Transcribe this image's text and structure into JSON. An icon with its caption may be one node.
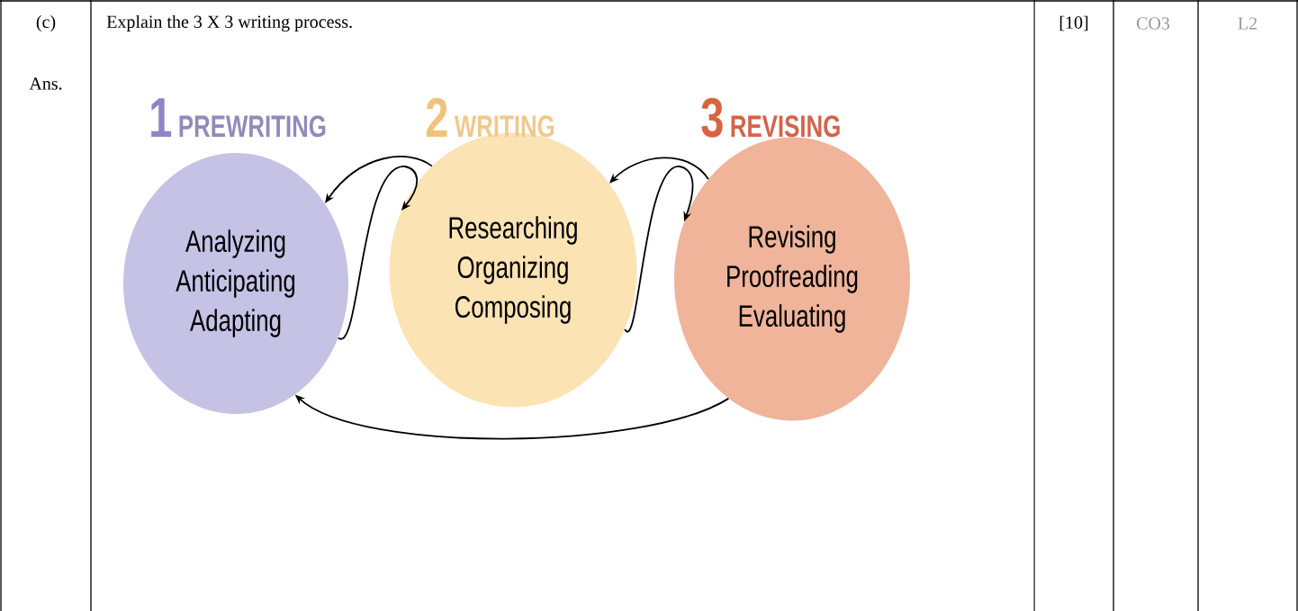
{
  "diagram": {
    "nodes": [
      {
        "text": [
          "1",
          "PREWRITING",
          "Analyzing Anticipating Adapting"
        ]
      },
      {
        "text": [
          "2",
          "WRITING",
          "Researching Organizing Composing"
        ]
      },
      {
        "text": [
          "3",
          "REVISING",
          "Revising Proofreading Evaluating"
        ]
      }
    ],
    "edges": [
      {
        "from": 1,
        "to": 0,
        "arrow": "to"
      },
      {
        "from": 0,
        "to": 1,
        "arrow": "to"
      },
      {
        "from": 2,
        "to": 1,
        "arrow": "to"
      },
      {
        "from": 1,
        "to": 2,
        "arrow": "to"
      },
      {
        "from": 2,
        "to": 0,
        "arrow": "to"
      }
    ],
    "labels": [
      "(c)",
      "Explain the 3 X 3 writing process.",
      "[10]",
      "CO3",
      "L2",
      "Ans."
    ]
  }
}
